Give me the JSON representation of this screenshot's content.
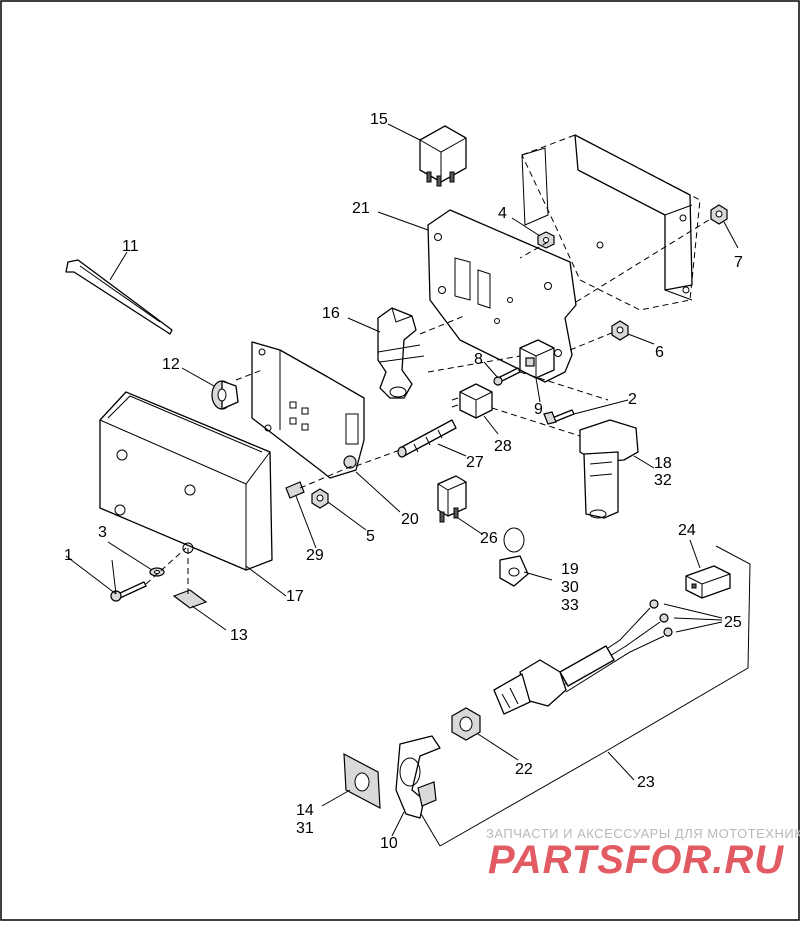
{
  "callouts": {
    "c1": "1",
    "c2": "2",
    "c3": "3",
    "c4": "4",
    "c5": "5",
    "c6": "6",
    "c7": "7",
    "c8": "8",
    "c9": "9",
    "c10": "10",
    "c11": "11",
    "c12": "12",
    "c13": "13",
    "c14": "14",
    "c31": "31",
    "c15": "15",
    "c16": "16",
    "c17": "17",
    "c18": "18",
    "c32": "32",
    "c19": "19",
    "c30": "30",
    "c33": "33",
    "c20": "20",
    "c21": "21",
    "c22": "22",
    "c23": "23",
    "c24": "24",
    "c25": "25",
    "c26": "26",
    "c27": "27",
    "c28": "28",
    "c29": "29"
  },
  "watermark": {
    "tagline": "ЗАПЧАСТИ И АКСЕССУАРЫ ДЛЯ МОТОТЕХНИКИ",
    "logo": "PARTSFOR.RU"
  },
  "colors": {
    "line": "#000000",
    "watermark_text": "#b9b9b9",
    "watermark_logo": "#e25a62"
  }
}
